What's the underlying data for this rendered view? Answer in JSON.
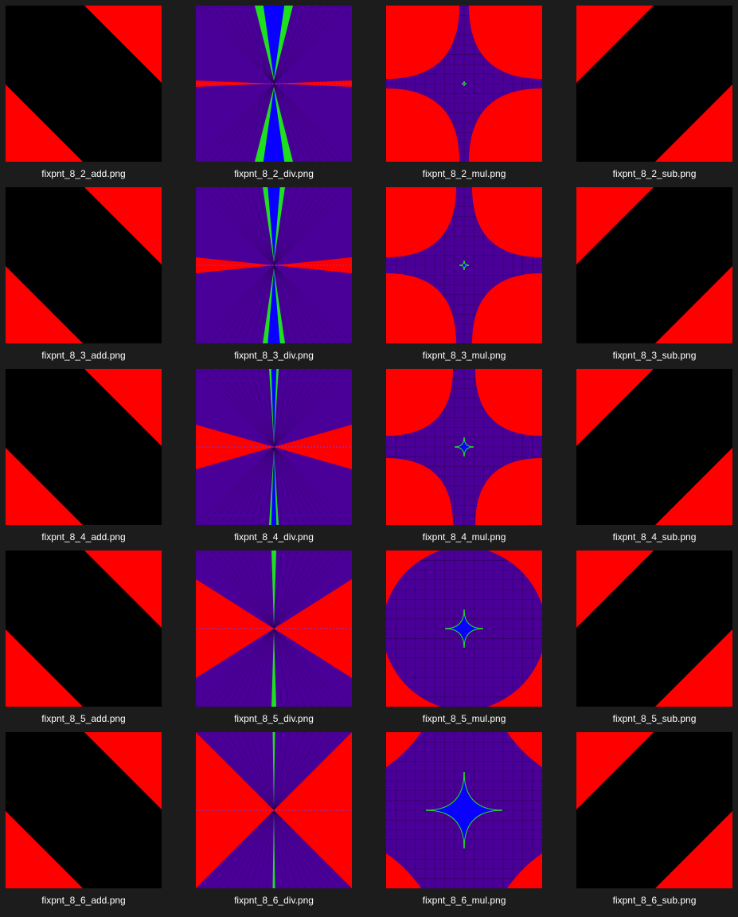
{
  "colors": {
    "background": "#1c1c1c",
    "black": "#000000",
    "red": "#ff0000",
    "purple": "#4a0098",
    "green": "#1fe01f",
    "blue": "#0a00ff"
  },
  "rows": [
    {
      "index": 2,
      "files": [
        {
          "name": "fixpnt_8_2_add.png",
          "kind": "add"
        },
        {
          "name": "fixpnt_8_2_div.png",
          "kind": "div"
        },
        {
          "name": "fixpnt_8_2_mul.png",
          "kind": "mul"
        },
        {
          "name": "fixpnt_8_2_sub.png",
          "kind": "sub"
        }
      ]
    },
    {
      "index": 3,
      "files": [
        {
          "name": "fixpnt_8_3_add.png",
          "kind": "add"
        },
        {
          "name": "fixpnt_8_3_div.png",
          "kind": "div"
        },
        {
          "name": "fixpnt_8_3_mul.png",
          "kind": "mul"
        },
        {
          "name": "fixpnt_8_3_sub.png",
          "kind": "sub"
        }
      ]
    },
    {
      "index": 4,
      "files": [
        {
          "name": "fixpnt_8_4_add.png",
          "kind": "add"
        },
        {
          "name": "fixpnt_8_4_div.png",
          "kind": "div"
        },
        {
          "name": "fixpnt_8_4_mul.png",
          "kind": "mul"
        },
        {
          "name": "fixpnt_8_4_sub.png",
          "kind": "sub"
        }
      ]
    },
    {
      "index": 5,
      "files": [
        {
          "name": "fixpnt_8_5_add.png",
          "kind": "add"
        },
        {
          "name": "fixpnt_8_5_div.png",
          "kind": "div"
        },
        {
          "name": "fixpnt_8_5_mul.png",
          "kind": "mul"
        },
        {
          "name": "fixpnt_8_5_sub.png",
          "kind": "sub"
        }
      ]
    },
    {
      "index": 6,
      "files": [
        {
          "name": "fixpnt_8_6_add.png",
          "kind": "add"
        },
        {
          "name": "fixpnt_8_6_div.png",
          "kind": "div"
        },
        {
          "name": "fixpnt_8_6_mul.png",
          "kind": "mul"
        },
        {
          "name": "fixpnt_8_6_sub.png",
          "kind": "sub"
        }
      ]
    }
  ]
}
